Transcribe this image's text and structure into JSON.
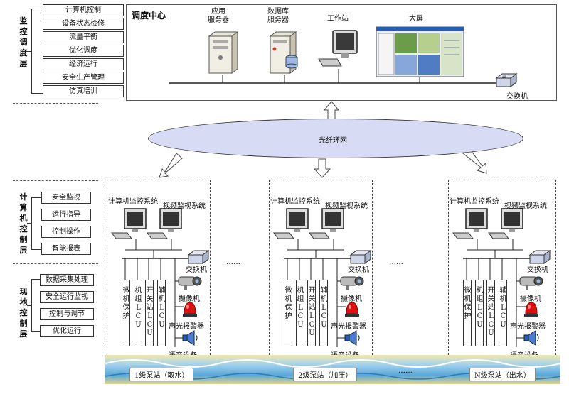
{
  "left_layers": [
    {
      "title": "监控调度层",
      "items": [
        "计算机控制",
        "设备状态检修",
        "流量平衡",
        "优化调度",
        "经济运行",
        "安全生产管理",
        "仿真培训"
      ]
    },
    {
      "title": "计算机控制层",
      "items": [
        "安全监视",
        "运行指导",
        "控制操作",
        "智能报表"
      ]
    },
    {
      "title": "现地控制层",
      "items": [
        "数据采集处理",
        "安全运行监视",
        "控制与调节",
        "优化运行"
      ]
    }
  ],
  "control_center": {
    "title": "调度中心",
    "app_server": "应用\n服务器",
    "db_server": "数据库\n服务器",
    "workstation": "工作站",
    "big_screen": "大屏",
    "switch": "交换机"
  },
  "ring": {
    "label": "光纤环网"
  },
  "station": {
    "computer_system": "计算机监控系统",
    "video_system": "视频监视系统",
    "switch": "交换机",
    "lcu_units": [
      "微机保护",
      "机组LCU",
      "开关站LCU",
      "辅机LCU"
    ],
    "camera": "摄像机",
    "alarm": "声光报警器",
    "voice": "语音设备"
  },
  "ellipsis": "……",
  "ellipsis_bottom": "……",
  "pump_stations": [
    "1级泵站（取水）",
    "2级泵站（加压）",
    "N级泵站（出水）"
  ],
  "colors": {
    "ring_fill": "#d7dcf4",
    "alarm": "#e01010",
    "screen": "#2a5db0"
  }
}
